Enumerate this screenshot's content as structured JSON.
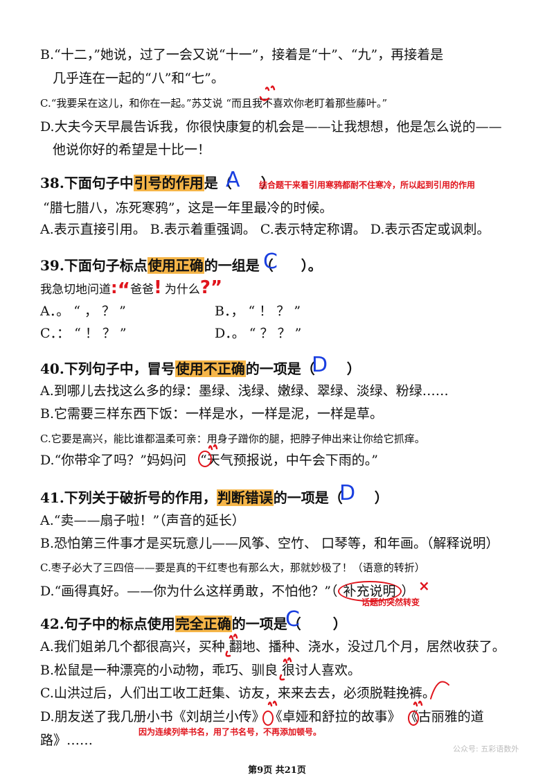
{
  "q37": {
    "optB_1": "B.“十二，”她说，过了一会又说“十一”，接着是“十”、“九”，再接着是",
    "optB_2": "几乎连在一起的“八”和“七”。",
    "optC": "C.“我要呆在这儿，和你在一起。”苏艾说 “而且我不喜欢你老盯着那些藤叶。”",
    "optD_1": "D.大夫今天早晨告诉我，你很快康复的机会是——让我想想，他是怎么说的——",
    "optD_2": "他说你好的希望是十比一！"
  },
  "q38": {
    "stem_pre": "38.下面句子中",
    "stem_hl": "引号的作用",
    "stem_post": "是（",
    "stem_end": "）",
    "answer": "A",
    "note": "结合题干来看引用寒鸦都耐不住寒冷，所以起到引用的作用",
    "sentence": "“腊七腊八，冻死寒鸦”，这是一年里最冷的时候。",
    "options": "A.表示直接引用。  B.表示着重强调。  C.表示特定称谓。  D.表示否定或讽刺。"
  },
  "q39": {
    "stem_pre": "39.下面句子标点",
    "stem_hl": "使用正确",
    "stem_post": "的一组是（",
    "stem_end": "）。",
    "answer": "C",
    "sentence_1": "我急切地问道",
    "sentence_2": "爸爸",
    "sentence_3": "为什么",
    "hw_colon": ":",
    "hw_quote_open": "“",
    "hw_excl": "!",
    "hw_quote_close": "?”",
    "optA": "A．。  “  ，  ？  ”",
    "optB": "B．，  “  ！  ？  ”",
    "optC": "C．：  “  ！  ？  ”",
    "optD": "D．。  “  ？  ？  ”"
  },
  "q40": {
    "stem_pre": "40.下列句子中，冒号",
    "stem_hl": "使用不正确",
    "stem_post": "的一项是（",
    "stem_end": "）",
    "answer": "D",
    "optA": "A.到哪儿去找这么多的绿：墨绿、浅绿、嫩绿、翠绿、淡绿、粉绿……",
    "optB": "B.它需要三样东西下饭：一样是水，一样是泥，一样是草。",
    "optC": "C.它要是高兴，能比谁都温柔可亲：用身子蹭你的腿，把脖子伸出来让你给它抓痒。",
    "optD_pre": "D.“你带伞了吗？”妈妈问",
    "optD_post": "“天气预报说，中午会下雨的。”"
  },
  "q41": {
    "stem_pre": "41.下列关于破折号的作用，",
    "stem_hl": "判断错误",
    "stem_post": "的一项是（",
    "stem_end": "）",
    "answer": "D",
    "optA": "A.“卖——扇子啦！”（声音的延长）",
    "optB": "B.恐怕第三件事才是买玩意儿——风筝、空竹、 口琴等，和年画。（解释说明）",
    "optC": "C.枣子必大了三四倍——要是真的干红枣也有那么大，那就妙极了！（语意的转折）",
    "optD_pre": "D.“画得真好。——你为什么这样勇敢，不怕他？”（",
    "optD_circled": "补充说明",
    "optD_post": "）",
    "note": "话题的突然转变",
    "cross": "×"
  },
  "q42": {
    "stem_pre": "42.句子中的标点使用",
    "stem_hl": "完全正确",
    "stem_post": "的一项是（",
    "stem_end": "）",
    "answer": "C",
    "optA": "A.我们姐弟几个都很高兴，买种 翻地、播种、浇水，没过几个月，居然收获了。",
    "optB": "B.松鼠是一种漂亮的小动物，乖巧、驯良 很讨人喜欢。",
    "optC": "C.山洪过后，人们出工收工赶集、访友，来来去去，必须脱鞋挽裤。",
    "optD_1": "D.朋友送了我几册小书《刘胡兰小传》 《卓娅和舒拉的故事》 《古丽雅的道",
    "optD_2": "路》……",
    "note": "因为连续列举书名，用了书名号，不再添加顿号。"
  },
  "footer": "第9页 共21页",
  "watermark": "公众号: 五彩语数外",
  "colors": {
    "highlight": "#f5b548",
    "answer_blue": "#1a3fe0",
    "note_red": "#e0141c"
  }
}
